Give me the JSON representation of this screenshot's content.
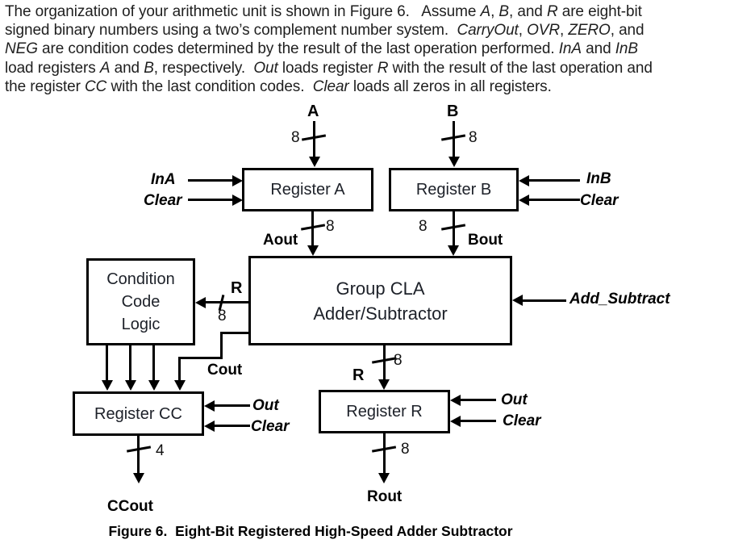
{
  "intro": {
    "lines": [
      [
        {
          "t": "The organization of your arithmetic unit is shown in Figure 6.   Assume "
        },
        {
          "t": "A",
          "i": 1
        },
        {
          "t": ", "
        },
        {
          "t": "B",
          "i": 1
        },
        {
          "t": ", and "
        },
        {
          "t": "R",
          "i": 1
        },
        {
          "t": " are eight-bit"
        }
      ],
      [
        {
          "t": "signed binary numbers using a two’s complement number system.  "
        },
        {
          "t": "CarryOut",
          "i": 1
        },
        {
          "t": ", "
        },
        {
          "t": "OVR",
          "i": 1
        },
        {
          "t": ", "
        },
        {
          "t": "ZERO",
          "i": 1
        },
        {
          "t": ", and"
        }
      ],
      [
        {
          "t": "NEG",
          "i": 1
        },
        {
          "t": " are condition codes determined by the result of the last operation performed. "
        },
        {
          "t": "InA",
          "i": 1
        },
        {
          "t": " and "
        },
        {
          "t": "InB",
          "i": 1
        }
      ],
      [
        {
          "t": "load registers "
        },
        {
          "t": "A",
          "i": 1
        },
        {
          "t": " and "
        },
        {
          "t": "B",
          "i": 1
        },
        {
          "t": ", respectively.  "
        },
        {
          "t": "Out",
          "i": 1
        },
        {
          "t": " loads register "
        },
        {
          "t": "R",
          "i": 1
        },
        {
          "t": " with the result of the last operation and"
        }
      ],
      [
        {
          "t": "the register "
        },
        {
          "t": "CC",
          "i": 1
        },
        {
          "t": " with the last condition codes.  "
        },
        {
          "t": "Clear",
          "i": 1
        },
        {
          "t": " loads all zeros in all registers."
        }
      ]
    ]
  },
  "diagram": {
    "bus_a": {
      "name": "A",
      "width": "8"
    },
    "bus_b": {
      "name": "B",
      "width": "8"
    },
    "register_a": {
      "title": "Register A",
      "in1": "InA",
      "in2": "Clear"
    },
    "register_b": {
      "title": "Register B",
      "in1": "InB",
      "in2": "Clear"
    },
    "bus_aout": {
      "name": "Aout",
      "width": "8"
    },
    "bus_bout": {
      "name": "Bout",
      "width": "8"
    },
    "condition_code_logic": {
      "line1": "Condition",
      "line2": "Code",
      "line3": "Logic"
    },
    "adder": {
      "line1": "Group CLA",
      "line2": "Adder/Subtractor",
      "control": "Add_Subtract"
    },
    "bus_r_to_cc": {
      "name": "R",
      "width": "8"
    },
    "carry_out": {
      "name": "Cout"
    },
    "register_cc": {
      "title": "Register CC",
      "in1": "Out",
      "in2": "Clear"
    },
    "bus_ccout": {
      "name": "CCout",
      "width": "4"
    },
    "bus_r_result": {
      "name": "R",
      "width": "8"
    },
    "register_r": {
      "title": "Register R",
      "in1": "Out",
      "in2": "Clear"
    },
    "bus_rout": {
      "name": "Rout",
      "width": "8"
    }
  },
  "caption": "Figure 6.  Eight-Bit Registered High-Speed Adder Subtractor"
}
